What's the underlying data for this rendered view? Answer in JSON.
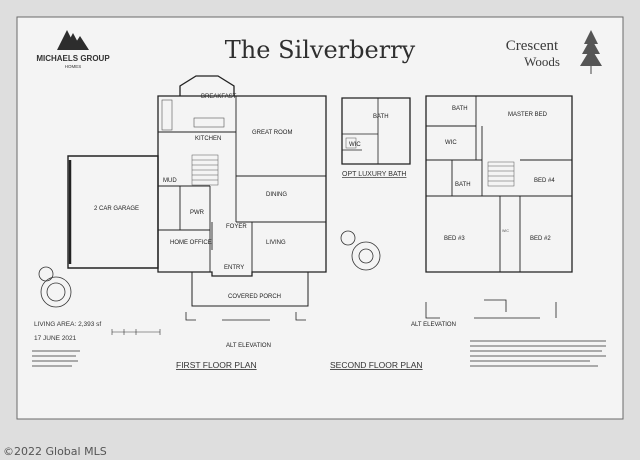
{
  "builder": {
    "company": "MICHAELS GROUP",
    "subtitle": "HOMES"
  },
  "title": "The Silverberry",
  "community": {
    "line1": "Crescent",
    "line2": "Woods"
  },
  "first_floor": {
    "rooms": {
      "breakfast": "BREAKFAST",
      "kitchen": "KITCHEN",
      "great_room": "GREAT ROOM",
      "dining": "DINING",
      "living": "LIVING",
      "foyer": "FOYER",
      "home_office": "HOME OFFICE",
      "pwr": "PWR",
      "mud": "MUD",
      "entry": "ENTRY",
      "garage": "2 CAR GARAGE",
      "porch": "COVERED PORCH"
    },
    "alt_elevation": "ALT ELEVATION",
    "label": "FIRST FLOOR PLAN"
  },
  "second_floor": {
    "rooms": {
      "bath_top": "BATH",
      "master_bed": "MASTER BED",
      "wic1": "WIC",
      "bath_mid": "BATH",
      "bed4": "BED #4",
      "bed3": "BED #3",
      "bed2": "BED #2",
      "wic2": "WIC"
    },
    "alt_elevation": "ALT ELEVATION",
    "label": "SECOND FLOOR PLAN"
  },
  "lux_bath": {
    "bath": "BATH",
    "wic": "WIC",
    "label": "OPT LUXURY BATH"
  },
  "living_area": "LIVING AREA: 2,393 sf",
  "date": "17 JUNE 2021",
  "watermark": "©2022 Global MLS"
}
